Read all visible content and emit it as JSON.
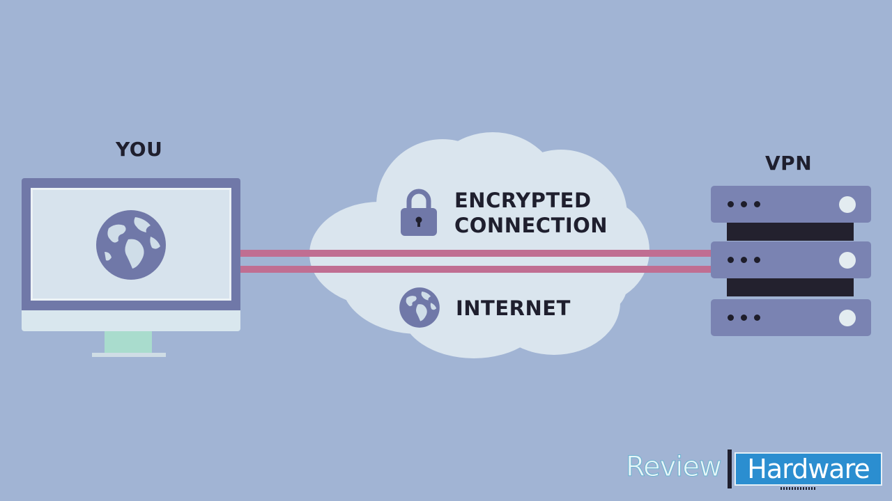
{
  "labels": {
    "you": "YOU",
    "vpn": "VPN",
    "encrypted_line1": "ENCRYPTED",
    "encrypted_line2": "CONNECTION",
    "internet": "INTERNET"
  },
  "logo": {
    "left": "Review",
    "right": "Hardware"
  },
  "icons": {
    "monitor": "computer-monitor-icon",
    "globe": "globe-icon",
    "lock": "padlock-icon",
    "server": "server-rack-icon",
    "cloud": "cloud-icon"
  },
  "colors": {
    "background": "#a1b4d4",
    "cloud": "#dae5ee",
    "connection_line": "#c06e92",
    "accent": "#7078a8",
    "logo_blue": "#2b8ed0"
  }
}
